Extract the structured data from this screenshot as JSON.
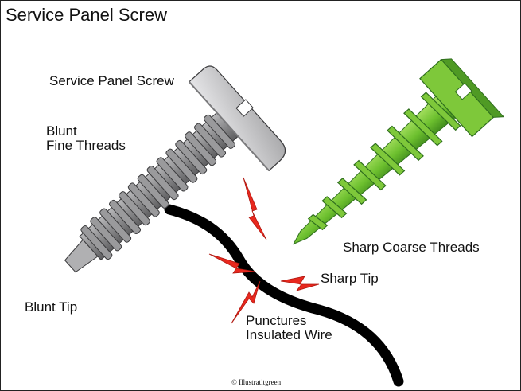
{
  "title": "Service Panel Screw",
  "labels": {
    "service_panel_screw": "Service Panel Screw",
    "blunt_fine_threads": [
      "Blunt",
      "Fine Threads"
    ],
    "blunt_tip": "Blunt Tip",
    "sharp_coarse_threads": "Sharp Coarse Threads",
    "sharp_tip": "Sharp Tip",
    "punctures_insulated_wire": [
      "Punctures",
      "Insulated Wire"
    ]
  },
  "credit": "© Illustratitgreen",
  "colors": {
    "grey_screw": "#8c8c8e",
    "grey_head": "#d4d4d6",
    "green_screw": "#7ec83a",
    "green_dark": "#2f6f1e",
    "wire": "#000000",
    "spark": "#e8281e"
  }
}
